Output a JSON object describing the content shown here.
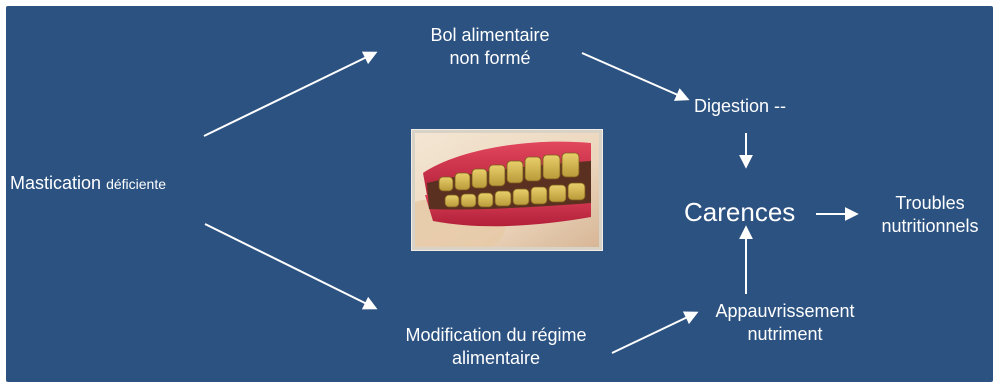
{
  "colors": {
    "background": "#2c5281",
    "text": "#ffffff",
    "arrow": "#ffffff"
  },
  "nodes": {
    "mastication": {
      "main": "Mastication",
      "small": "déficiente"
    },
    "bol": {
      "line1": "Bol alimentaire",
      "line2": "non formé"
    },
    "digestion": {
      "text": "Digestion --"
    },
    "carences": {
      "text": "Carences"
    },
    "troubles": {
      "line1": "Troubles",
      "line2": "nutritionnels"
    },
    "modification": {
      "line1": "Modification du régime",
      "line2": "alimentaire"
    },
    "appauvrissement": {
      "line1": "Appauvrissement",
      "line2": "nutriment"
    }
  },
  "image": {
    "icon": "teeth-photo"
  }
}
